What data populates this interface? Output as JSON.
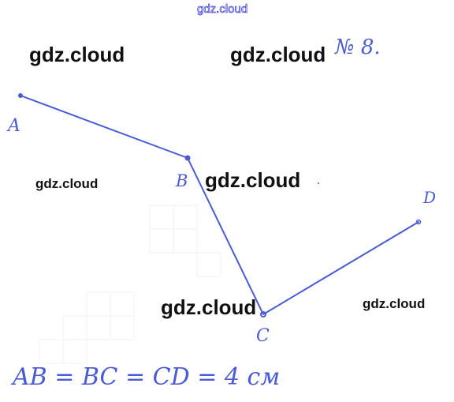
{
  "watermarks": {
    "top": "gdz.cloud",
    "w1": "gdz.cloud",
    "w2": "gdz.cloud",
    "w3": "gdz.cloud",
    "w4": "gdz.cloud",
    "w5": "gdz.cloud",
    "w6": "gdz.cloud"
  },
  "problem_number": "№ 8.",
  "points": [
    {
      "label": "A"
    },
    {
      "label": "B"
    },
    {
      "label": "C"
    },
    {
      "label": "D"
    }
  ],
  "equation": "AB = BC = CD = 4 см",
  "colors": {
    "ink": "#4a5bd4",
    "watermark": "#111111",
    "grid": "#eef1f6"
  }
}
